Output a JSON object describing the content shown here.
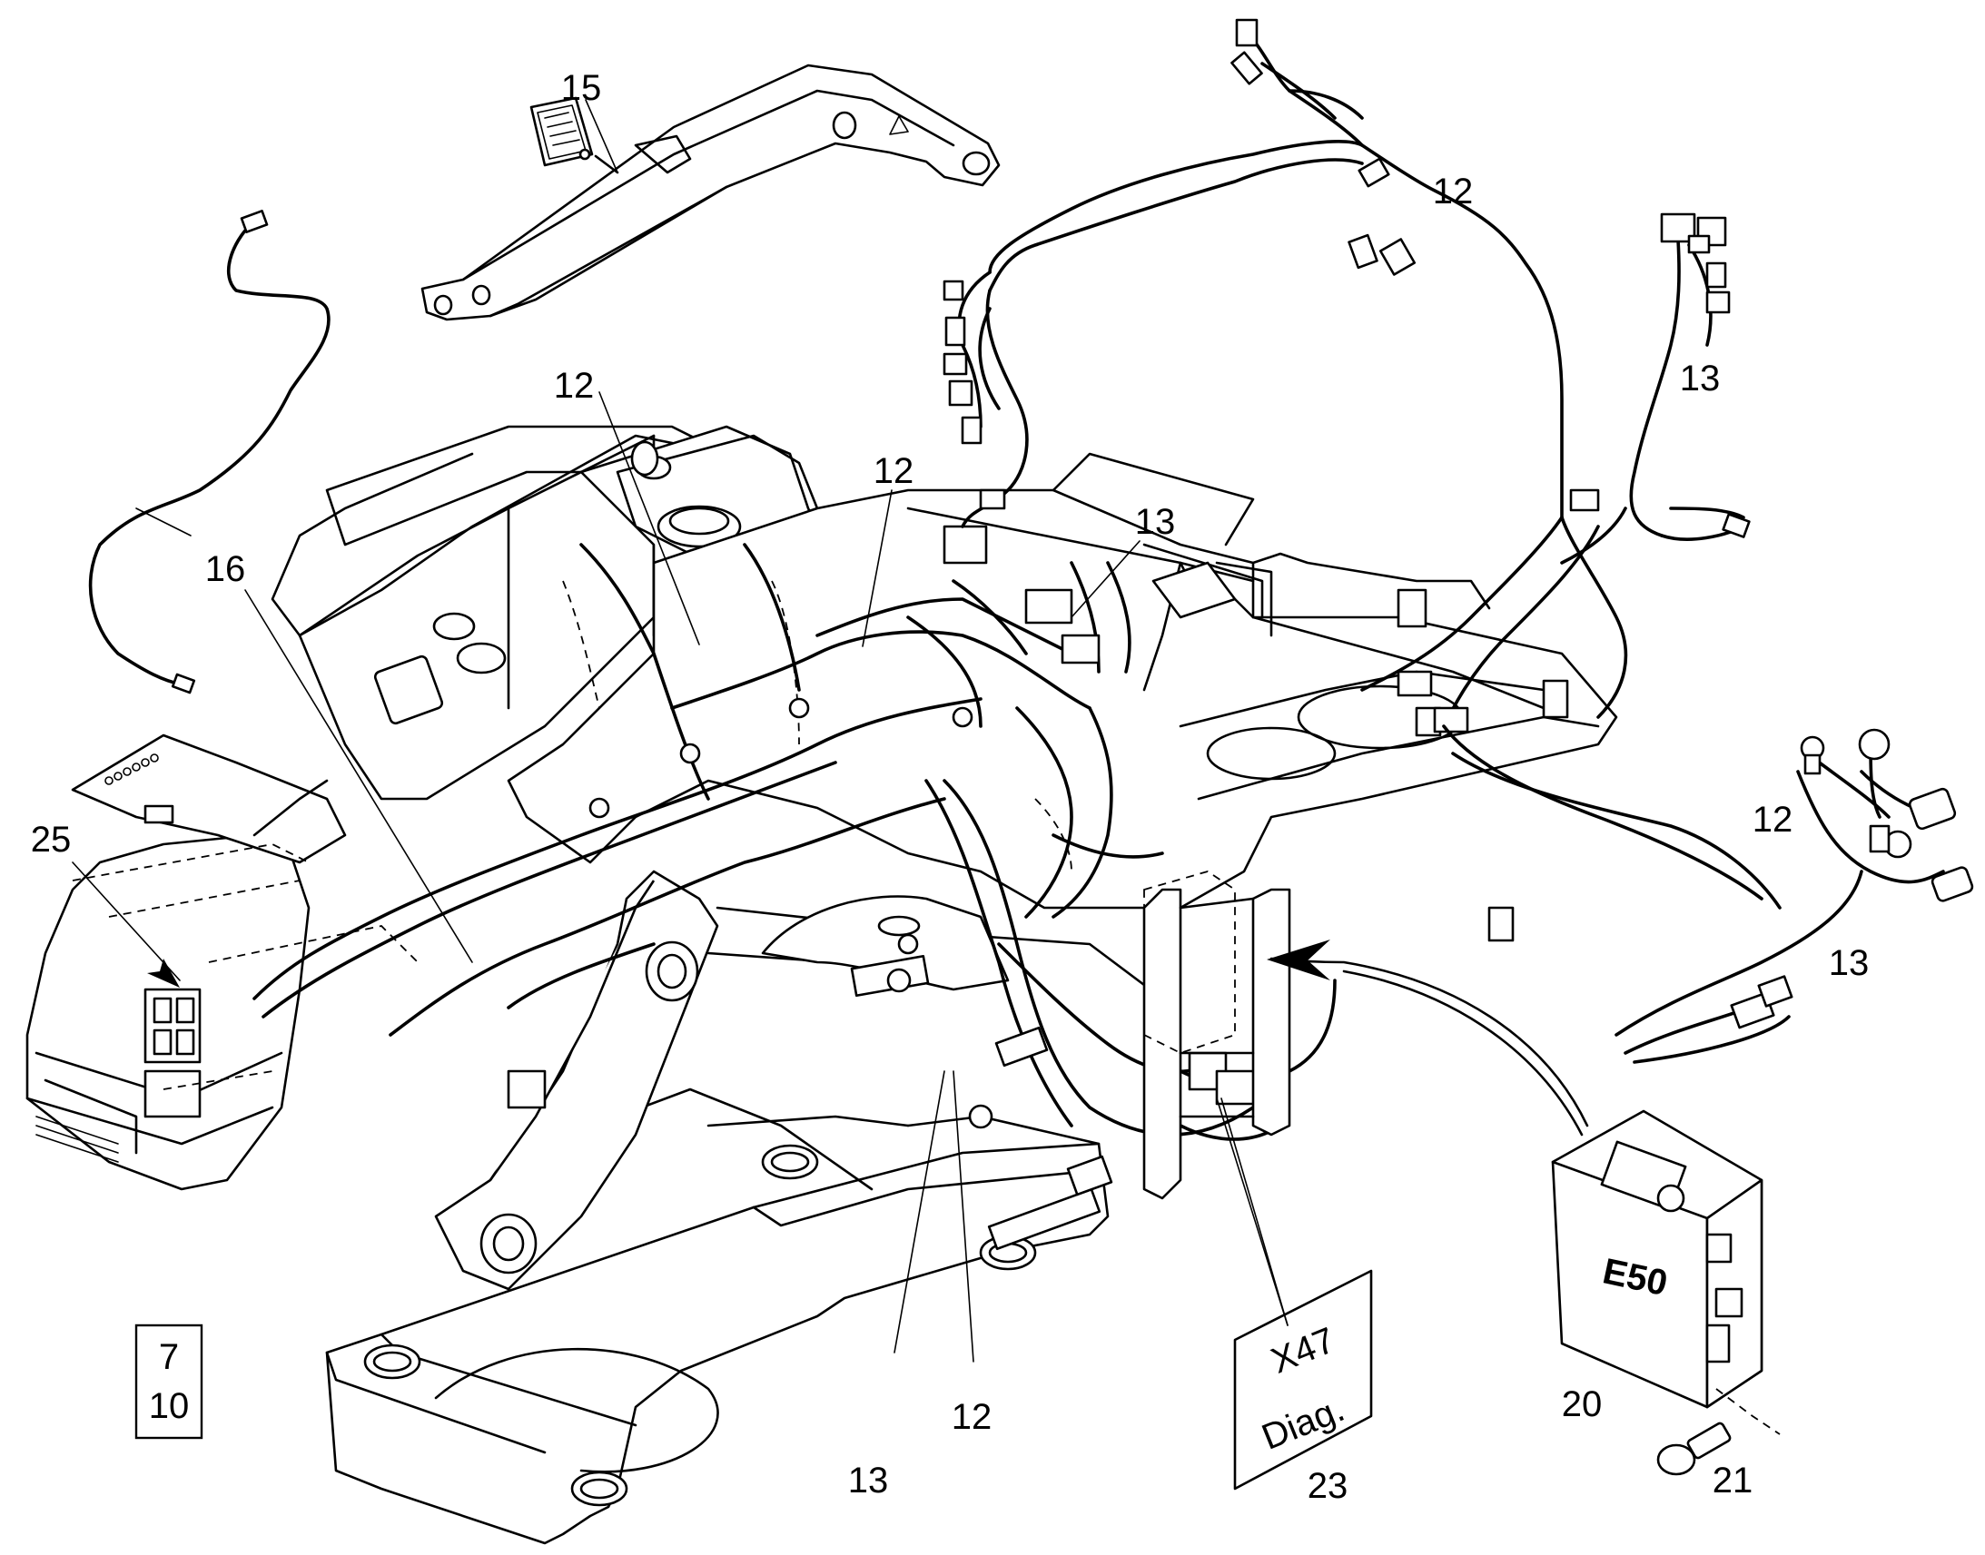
{
  "callouts": {
    "c15": "15",
    "c12_top_right": "12",
    "c13_top_right": "13",
    "c12_upper_left": "12",
    "c12_upper_mid": "12",
    "c13_mid": "13",
    "c16": "16",
    "c25": "25",
    "c12_right": "12",
    "c13_right": "13",
    "c12_bottom": "12",
    "c13_bottom": "13",
    "c20": "20",
    "c21": "21",
    "c23": "23"
  },
  "ref_box": {
    "line1": "7",
    "line2": "10"
  },
  "module_e50": {
    "label": "E50"
  },
  "connector_x47": {
    "line1": "X47",
    "line2": "Diag."
  }
}
